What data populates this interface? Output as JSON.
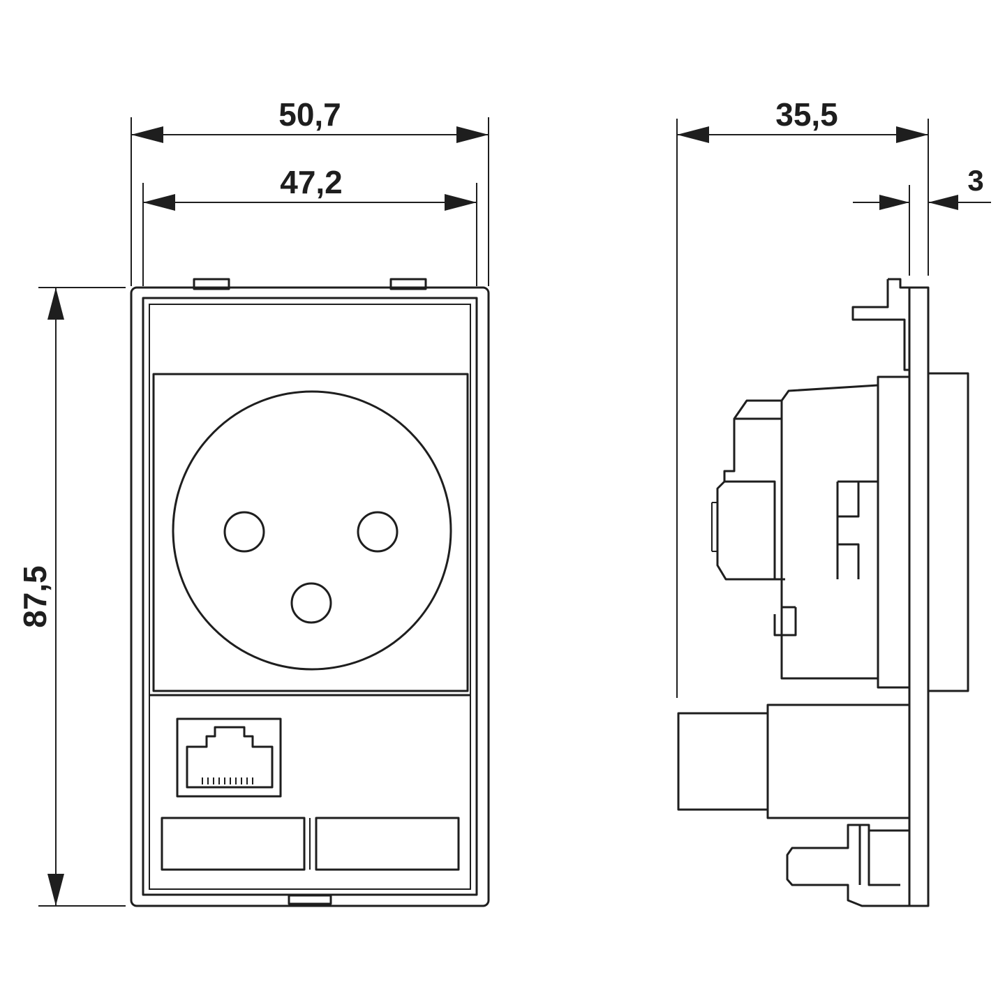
{
  "dimensions": {
    "front_outer_width": "50,7",
    "front_inner_width": "47,2",
    "front_height": "87,5",
    "side_depth": "35,5",
    "side_plate_thickness": "3"
  },
  "colors": {
    "line": "#1e1e1e",
    "background": "#ffffff"
  }
}
